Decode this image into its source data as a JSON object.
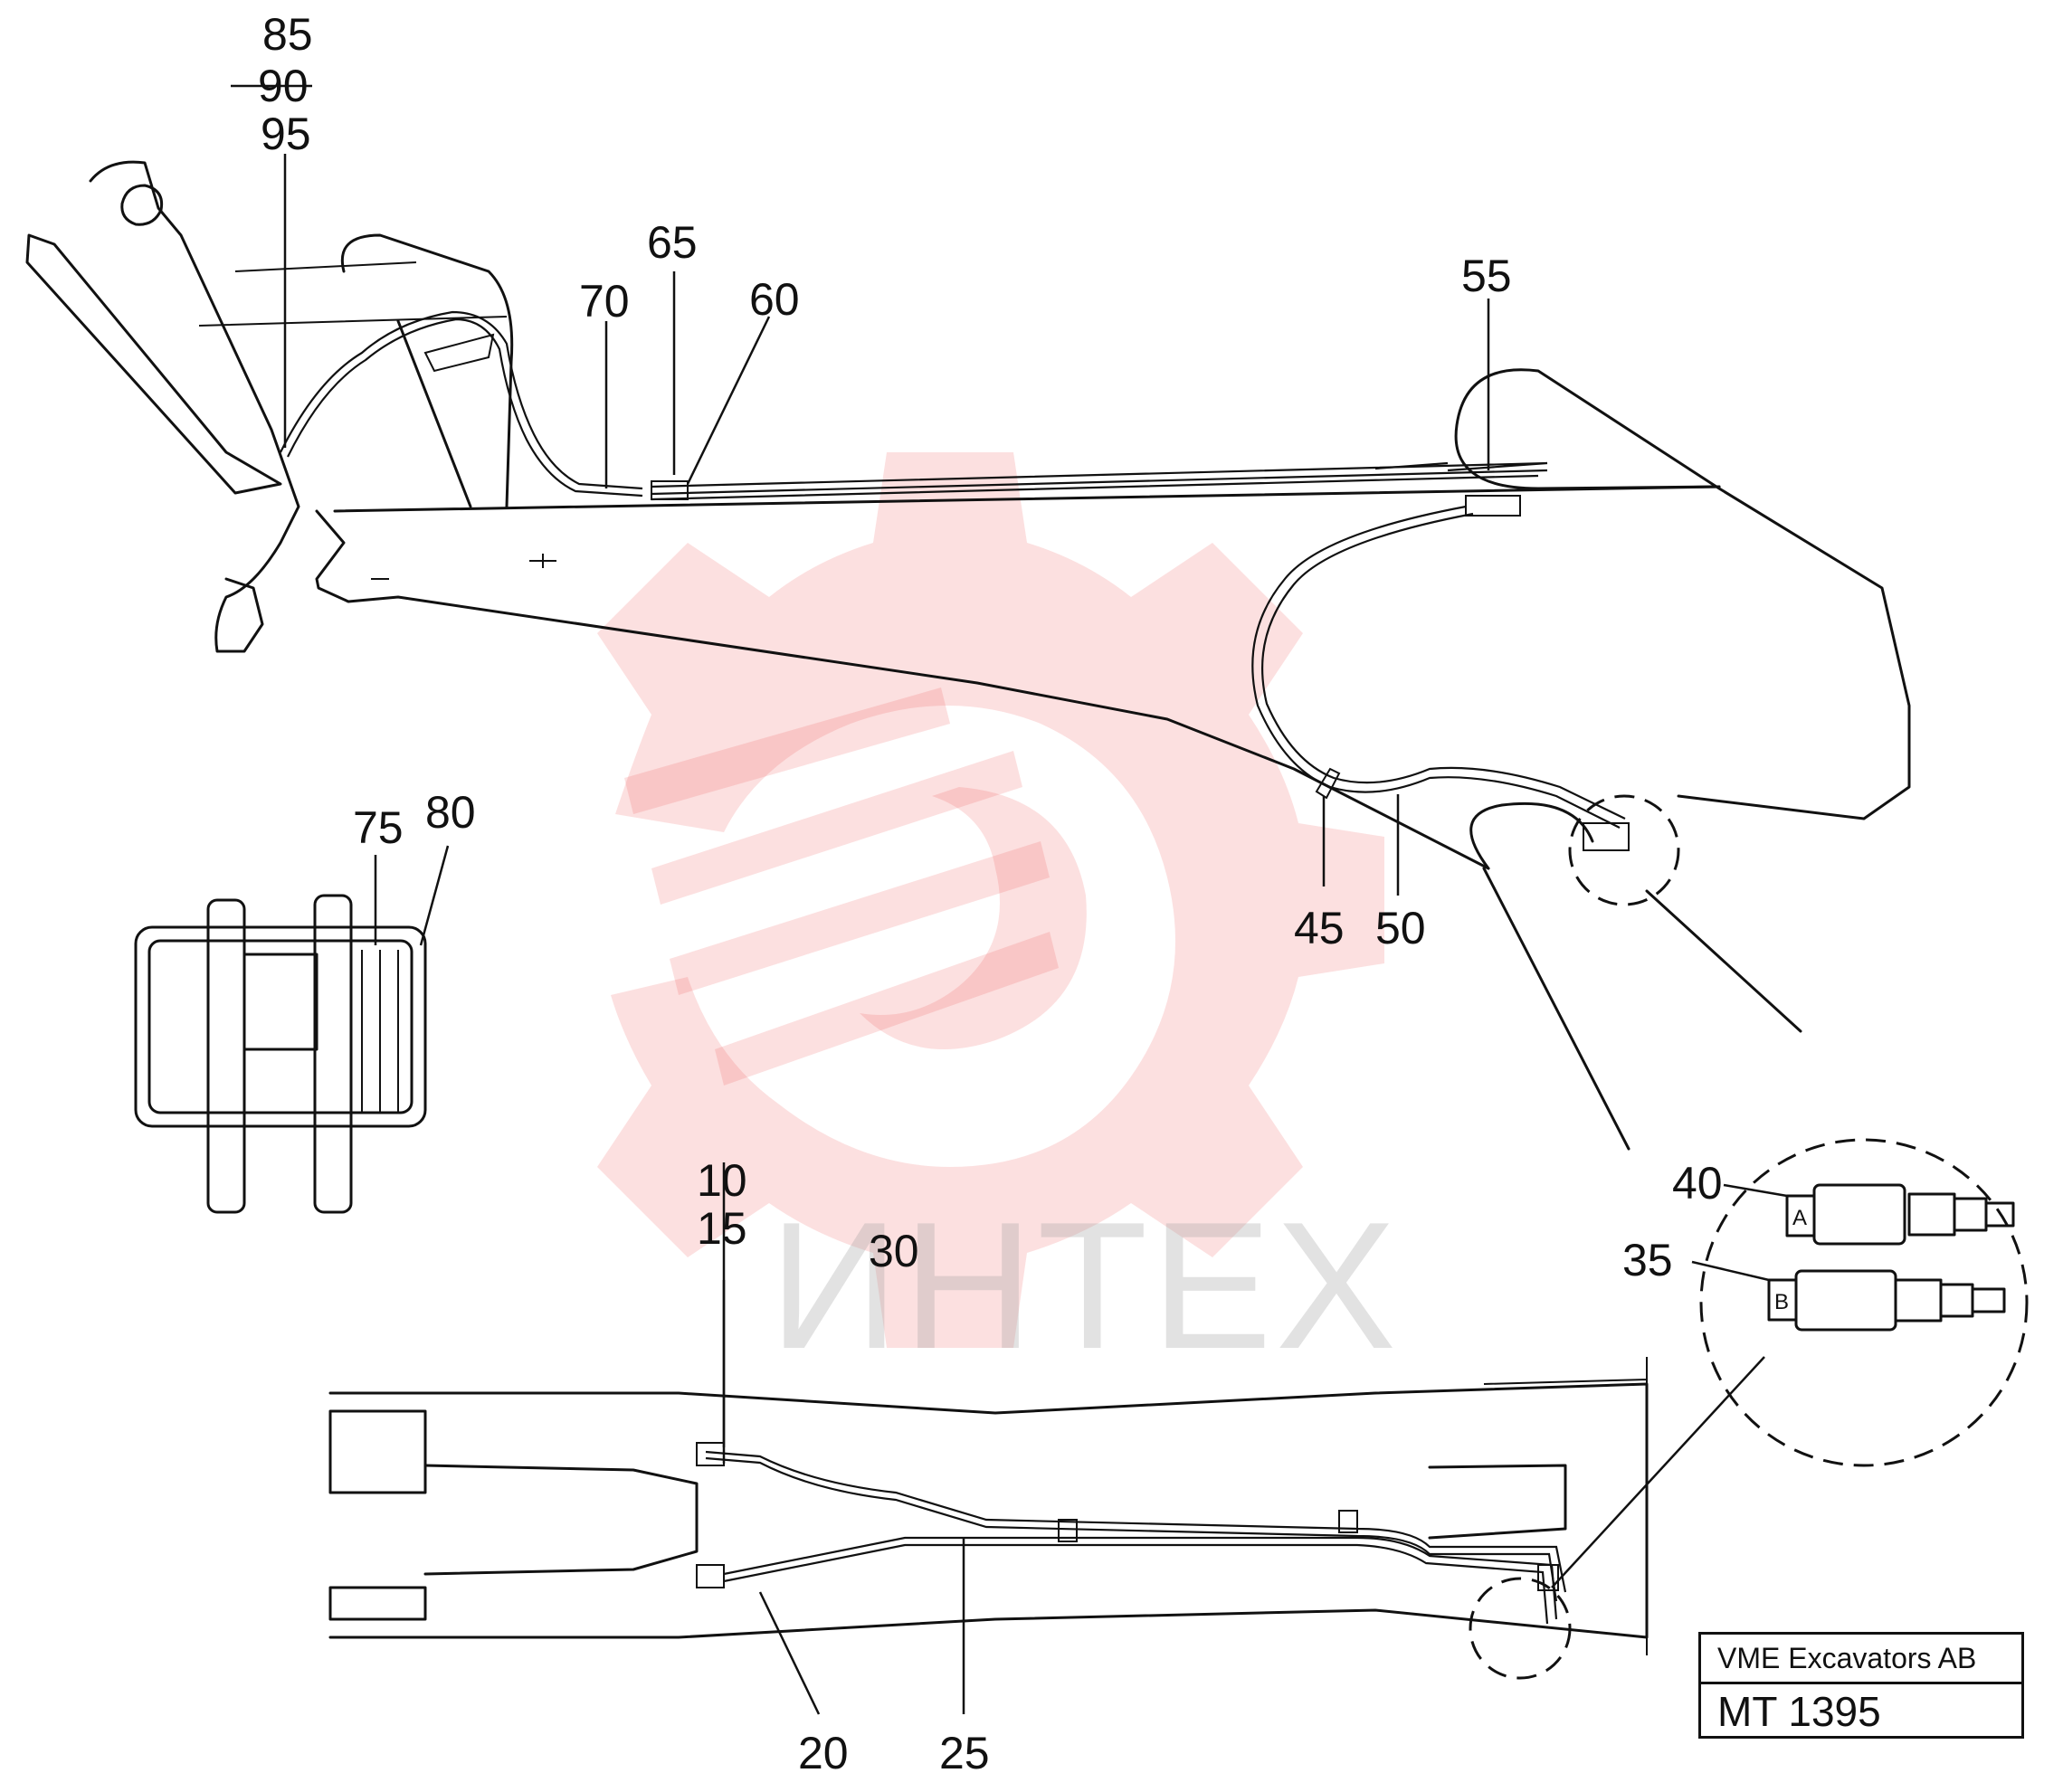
{
  "callouts": {
    "c85": "85",
    "c90": "90",
    "c95": "95",
    "c70": "70",
    "c65": "65",
    "c60": "60",
    "c55": "55",
    "c45": "45",
    "c50": "50",
    "c75": "75",
    "c80": "80",
    "c10": "10",
    "c15": "15",
    "c30": "30",
    "c20": "20",
    "c25": "25",
    "c40": "40",
    "c35": "35"
  },
  "detail_marks": {
    "port_a": "A",
    "port_b": "B"
  },
  "watermark": {
    "text": "ИНТЕХ",
    "color": "#f04a4a"
  },
  "title_block": {
    "company": "VME Excavators AB",
    "drawing_number": "MT 1395"
  }
}
